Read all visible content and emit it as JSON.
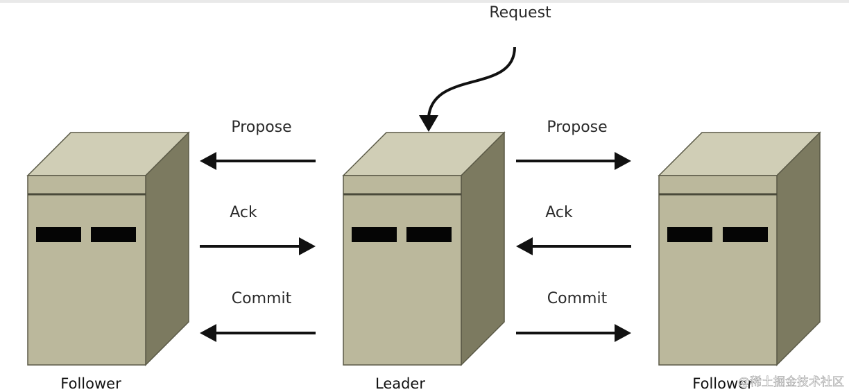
{
  "request_label": "Request",
  "servers": [
    {
      "label": "Follower",
      "role": "follower"
    },
    {
      "label": "Leader",
      "role": "leader"
    },
    {
      "label": "Follower",
      "role": "follower"
    }
  ],
  "left_messages": {
    "propose": "Propose",
    "ack": "Ack",
    "commit": "Commit"
  },
  "right_messages": {
    "propose": "Propose",
    "ack": "Ack",
    "commit": "Commit"
  },
  "watermark": "@稀土掘金技术社区",
  "colors": {
    "box_front": "#bbb89c",
    "box_top": "#d0ceb6",
    "box_side": "#7c7a60",
    "box_stroke": "#5a5946",
    "slot": "#050505",
    "arrow": "#111111"
  }
}
